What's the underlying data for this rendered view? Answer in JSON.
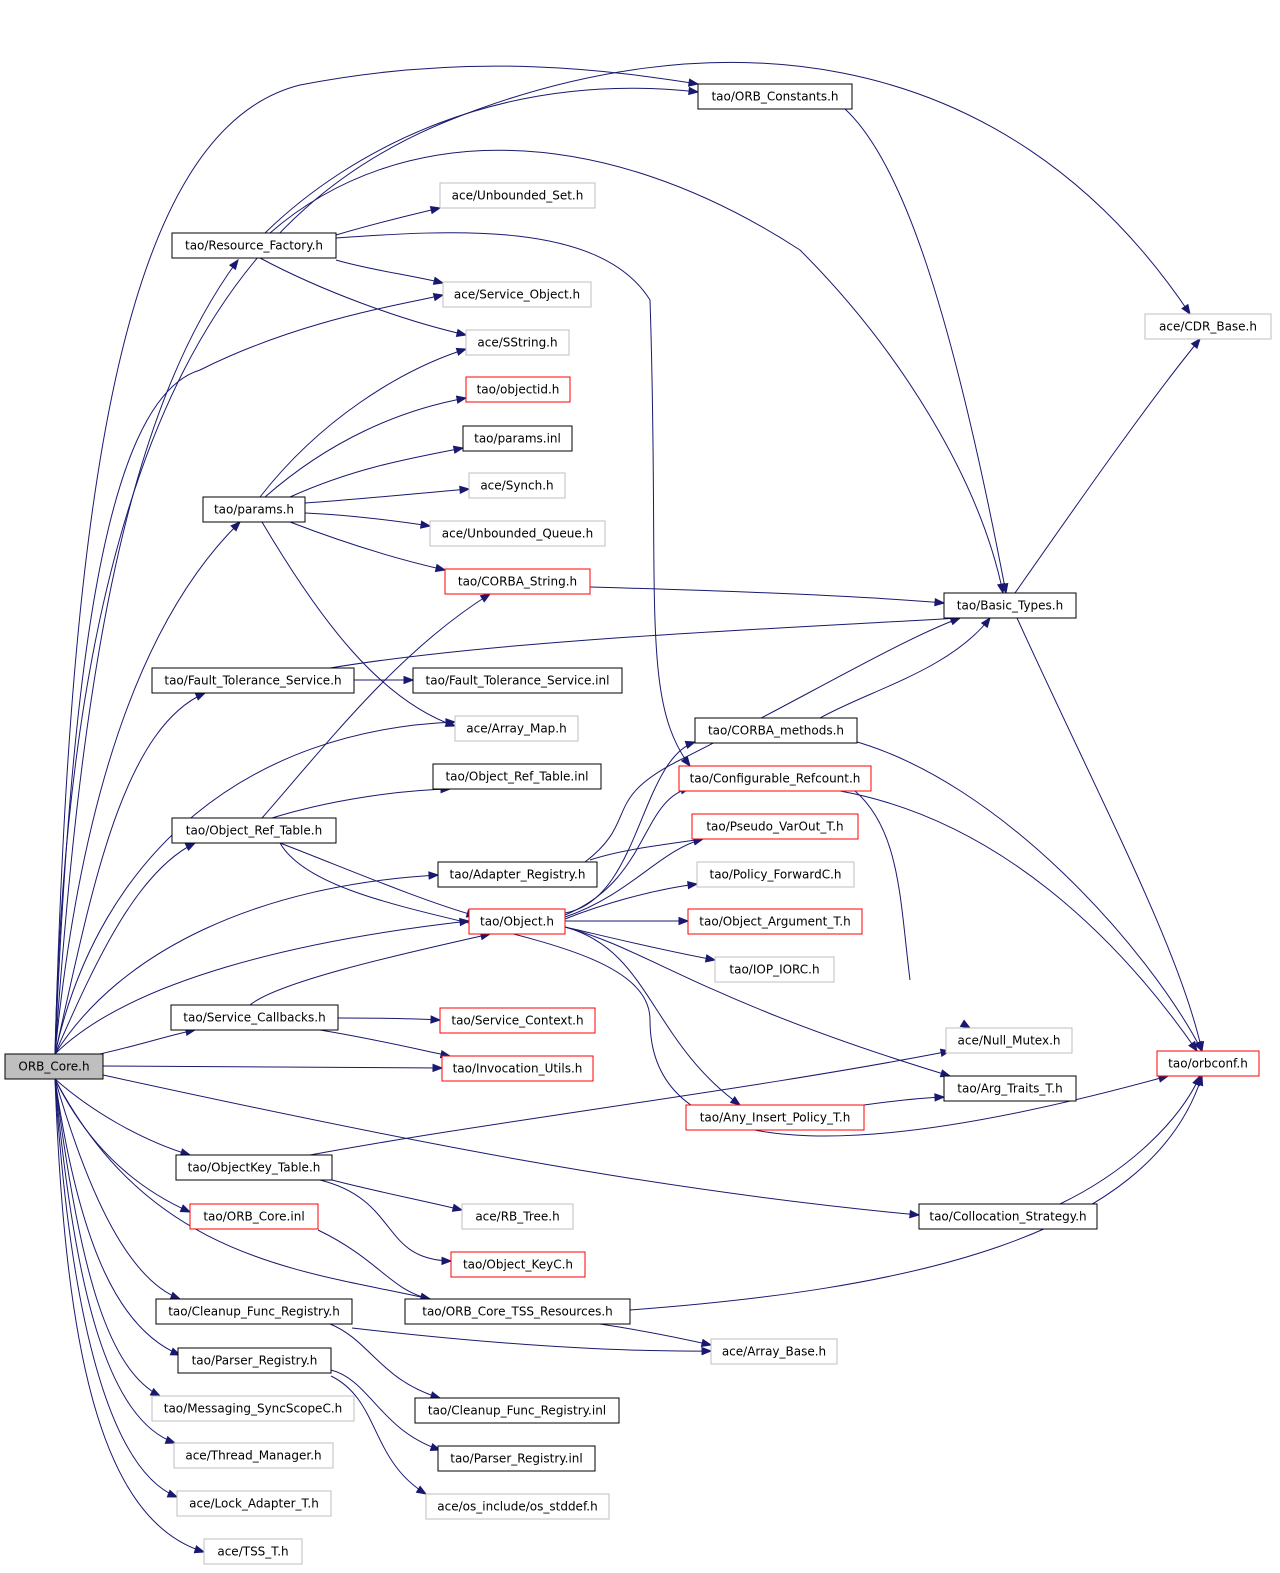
{
  "colors": {
    "edge": "#191970",
    "node_fill": "#ffffff",
    "root_fill": "#bfbfbf",
    "normal_border": "#000000",
    "external_border": "#bfbfbf",
    "truncated_border": "#ff0000"
  },
  "graph": {
    "nodes": [
      {
        "id": "orb_core_h",
        "label": "ORB_Core.h",
        "kind": "root"
      },
      {
        "id": "resource_factory",
        "label": "tao/Resource_Factory.h",
        "kind": "normal"
      },
      {
        "id": "orb_constants",
        "label": "tao/ORB_Constants.h",
        "kind": "normal"
      },
      {
        "id": "unbounded_set",
        "label": "ace/Unbounded_Set.h",
        "kind": "external"
      },
      {
        "id": "service_object",
        "label": "ace/Service_Object.h",
        "kind": "external"
      },
      {
        "id": "sstring",
        "label": "ace/SString.h",
        "kind": "external"
      },
      {
        "id": "objectid",
        "label": "tao/objectid.h",
        "kind": "truncated"
      },
      {
        "id": "params_inl",
        "label": "tao/params.inl",
        "kind": "normal"
      },
      {
        "id": "synch",
        "label": "ace/Synch.h",
        "kind": "external"
      },
      {
        "id": "params_h",
        "label": "tao/params.h",
        "kind": "normal"
      },
      {
        "id": "unbounded_queue",
        "label": "ace/Unbounded_Queue.h",
        "kind": "external"
      },
      {
        "id": "corba_string",
        "label": "tao/CORBA_String.h",
        "kind": "truncated"
      },
      {
        "id": "cdr_base",
        "label": "ace/CDR_Base.h",
        "kind": "external"
      },
      {
        "id": "basic_types",
        "label": "tao/Basic_Types.h",
        "kind": "normal"
      },
      {
        "id": "ft_service",
        "label": "tao/Fault_Tolerance_Service.h",
        "kind": "normal"
      },
      {
        "id": "ft_service_inl",
        "label": "tao/Fault_Tolerance_Service.inl",
        "kind": "normal"
      },
      {
        "id": "array_map",
        "label": "ace/Array_Map.h",
        "kind": "external"
      },
      {
        "id": "corba_methods",
        "label": "tao/CORBA_methods.h",
        "kind": "normal"
      },
      {
        "id": "object_ref_table_inl",
        "label": "tao/Object_Ref_Table.inl",
        "kind": "normal"
      },
      {
        "id": "configurable_refcount",
        "label": "tao/Configurable_Refcount.h",
        "kind": "truncated"
      },
      {
        "id": "object_ref_table",
        "label": "tao/Object_Ref_Table.h",
        "kind": "normal"
      },
      {
        "id": "pseudo_varout",
        "label": "tao/Pseudo_VarOut_T.h",
        "kind": "truncated"
      },
      {
        "id": "adapter_registry",
        "label": "tao/Adapter_Registry.h",
        "kind": "normal"
      },
      {
        "id": "policy_forwardc",
        "label": "tao/Policy_ForwardC.h",
        "kind": "external"
      },
      {
        "id": "object_h",
        "label": "tao/Object.h",
        "kind": "truncated"
      },
      {
        "id": "object_argument",
        "label": "tao/Object_Argument_T.h",
        "kind": "truncated"
      },
      {
        "id": "iop_iorc",
        "label": "tao/IOP_IORC.h",
        "kind": "external"
      },
      {
        "id": "service_callbacks",
        "label": "tao/Service_Callbacks.h",
        "kind": "normal"
      },
      {
        "id": "service_context",
        "label": "tao/Service_Context.h",
        "kind": "truncated"
      },
      {
        "id": "null_mutex",
        "label": "ace/Null_Mutex.h",
        "kind": "external"
      },
      {
        "id": "orbconf",
        "label": "tao/orbconf.h",
        "kind": "truncated"
      },
      {
        "id": "invocation_utils",
        "label": "tao/Invocation_Utils.h",
        "kind": "truncated"
      },
      {
        "id": "arg_traits",
        "label": "tao/Arg_Traits_T.h",
        "kind": "normal"
      },
      {
        "id": "any_insert_policy",
        "label": "tao/Any_Insert_Policy_T.h",
        "kind": "truncated"
      },
      {
        "id": "objectkey_table",
        "label": "tao/ObjectKey_Table.h",
        "kind": "normal"
      },
      {
        "id": "rb_tree",
        "label": "ace/RB_Tree.h",
        "kind": "external"
      },
      {
        "id": "collocation_strategy",
        "label": "tao/Collocation_Strategy.h",
        "kind": "normal"
      },
      {
        "id": "orb_core_inl",
        "label": "tao/ORB_Core.inl",
        "kind": "truncated"
      },
      {
        "id": "object_keyc",
        "label": "tao/Object_KeyC.h",
        "kind": "truncated"
      },
      {
        "id": "cleanup_func_registry",
        "label": "tao/Cleanup_Func_Registry.h",
        "kind": "normal"
      },
      {
        "id": "orb_core_tss",
        "label": "tao/ORB_Core_TSS_Resources.h",
        "kind": "normal"
      },
      {
        "id": "parser_registry",
        "label": "tao/Parser_Registry.h",
        "kind": "normal"
      },
      {
        "id": "array_base",
        "label": "ace/Array_Base.h",
        "kind": "external"
      },
      {
        "id": "messaging_syncscope",
        "label": "tao/Messaging_SyncScopeC.h",
        "kind": "external"
      },
      {
        "id": "cleanup_func_registry_inl",
        "label": "tao/Cleanup_Func_Registry.inl",
        "kind": "normal"
      },
      {
        "id": "thread_manager",
        "label": "ace/Thread_Manager.h",
        "kind": "external"
      },
      {
        "id": "parser_registry_inl",
        "label": "tao/Parser_Registry.inl",
        "kind": "normal"
      },
      {
        "id": "lock_adapter",
        "label": "ace/Lock_Adapter_T.h",
        "kind": "external"
      },
      {
        "id": "os_stddef",
        "label": "ace/os_include/os_stddef.h",
        "kind": "external"
      },
      {
        "id": "tss_t",
        "label": "ace/TSS_T.h",
        "kind": "external"
      }
    ],
    "edges": [
      {
        "from": "orb_core_h",
        "to": "resource_factory"
      },
      {
        "from": "orb_core_h",
        "to": "orb_constants"
      },
      {
        "from": "orb_core_h",
        "to": "cdr_base"
      },
      {
        "from": "orb_core_h",
        "to": "service_object"
      },
      {
        "from": "orb_core_h",
        "to": "params_h"
      },
      {
        "from": "orb_core_h",
        "to": "ft_service"
      },
      {
        "from": "orb_core_h",
        "to": "array_map"
      },
      {
        "from": "orb_core_h",
        "to": "object_ref_table"
      },
      {
        "from": "orb_core_h",
        "to": "adapter_registry"
      },
      {
        "from": "orb_core_h",
        "to": "object_h"
      },
      {
        "from": "orb_core_h",
        "to": "service_callbacks"
      },
      {
        "from": "orb_core_h",
        "to": "invocation_utils"
      },
      {
        "from": "orb_core_h",
        "to": "objectkey_table"
      },
      {
        "from": "orb_core_h",
        "to": "orb_core_inl"
      },
      {
        "from": "orb_core_h",
        "to": "collocation_strategy"
      },
      {
        "from": "orb_core_h",
        "to": "orb_core_tss"
      },
      {
        "from": "orb_core_h",
        "to": "cleanup_func_registry"
      },
      {
        "from": "orb_core_h",
        "to": "parser_registry"
      },
      {
        "from": "orb_core_h",
        "to": "messaging_syncscope"
      },
      {
        "from": "orb_core_h",
        "to": "thread_manager"
      },
      {
        "from": "orb_core_h",
        "to": "lock_adapter"
      },
      {
        "from": "orb_core_h",
        "to": "tss_t"
      },
      {
        "from": "resource_factory",
        "to": "unbounded_set"
      },
      {
        "from": "resource_factory",
        "to": "service_object"
      },
      {
        "from": "resource_factory",
        "to": "sstring"
      },
      {
        "from": "resource_factory",
        "to": "basic_types"
      },
      {
        "from": "resource_factory",
        "to": "configurable_refcount"
      },
      {
        "from": "resource_factory",
        "to": "orb_constants"
      },
      {
        "from": "orb_constants",
        "to": "basic_types"
      },
      {
        "from": "params_h",
        "to": "sstring"
      },
      {
        "from": "params_h",
        "to": "objectid"
      },
      {
        "from": "params_h",
        "to": "params_inl"
      },
      {
        "from": "params_h",
        "to": "synch"
      },
      {
        "from": "params_h",
        "to": "unbounded_queue"
      },
      {
        "from": "params_h",
        "to": "corba_string"
      },
      {
        "from": "params_h",
        "to": "array_map"
      },
      {
        "from": "corba_string",
        "to": "basic_types"
      },
      {
        "from": "basic_types",
        "to": "cdr_base"
      },
      {
        "from": "basic_types",
        "to": "orbconf"
      },
      {
        "from": "ft_service",
        "to": "ft_service_inl"
      },
      {
        "from": "ft_service",
        "to": "basic_types"
      },
      {
        "from": "object_ref_table",
        "to": "object_ref_table_inl"
      },
      {
        "from": "object_ref_table",
        "to": "corba_string"
      },
      {
        "from": "object_ref_table",
        "to": "object_h"
      },
      {
        "from": "object_ref_table",
        "to": "orbconf"
      },
      {
        "from": "adapter_registry",
        "to": "pseudo_varout"
      },
      {
        "from": "adapter_registry",
        "to": "basic_types"
      },
      {
        "from": "object_h",
        "to": "corba_methods"
      },
      {
        "from": "object_h",
        "to": "configurable_refcount"
      },
      {
        "from": "object_h",
        "to": "pseudo_varout"
      },
      {
        "from": "object_h",
        "to": "policy_forwardc"
      },
      {
        "from": "object_h",
        "to": "object_argument"
      },
      {
        "from": "object_h",
        "to": "iop_iorc"
      },
      {
        "from": "object_h",
        "to": "arg_traits"
      },
      {
        "from": "object_h",
        "to": "any_insert_policy"
      },
      {
        "from": "corba_methods",
        "to": "basic_types"
      },
      {
        "from": "corba_methods",
        "to": "orbconf"
      },
      {
        "from": "configurable_refcount",
        "to": "null_mutex"
      },
      {
        "from": "configurable_refcount",
        "to": "orbconf"
      },
      {
        "from": "service_callbacks",
        "to": "service_context"
      },
      {
        "from": "service_callbacks",
        "to": "invocation_utils"
      },
      {
        "from": "service_callbacks",
        "to": "object_h"
      },
      {
        "from": "any_insert_policy",
        "to": "arg_traits"
      },
      {
        "from": "objectkey_table",
        "to": "null_mutex"
      },
      {
        "from": "objectkey_table",
        "to": "rb_tree"
      },
      {
        "from": "objectkey_table",
        "to": "object_keyc"
      },
      {
        "from": "collocation_strategy",
        "to": "orbconf"
      },
      {
        "from": "orb_core_inl",
        "to": "orb_core_tss"
      },
      {
        "from": "orb_core_tss",
        "to": "array_base"
      },
      {
        "from": "orb_core_tss",
        "to": "orbconf"
      },
      {
        "from": "cleanup_func_registry",
        "to": "array_base"
      },
      {
        "from": "cleanup_func_registry",
        "to": "cleanup_func_registry_inl"
      },
      {
        "from": "parser_registry",
        "to": "parser_registry_inl"
      },
      {
        "from": "parser_registry",
        "to": "os_stddef"
      }
    ]
  }
}
